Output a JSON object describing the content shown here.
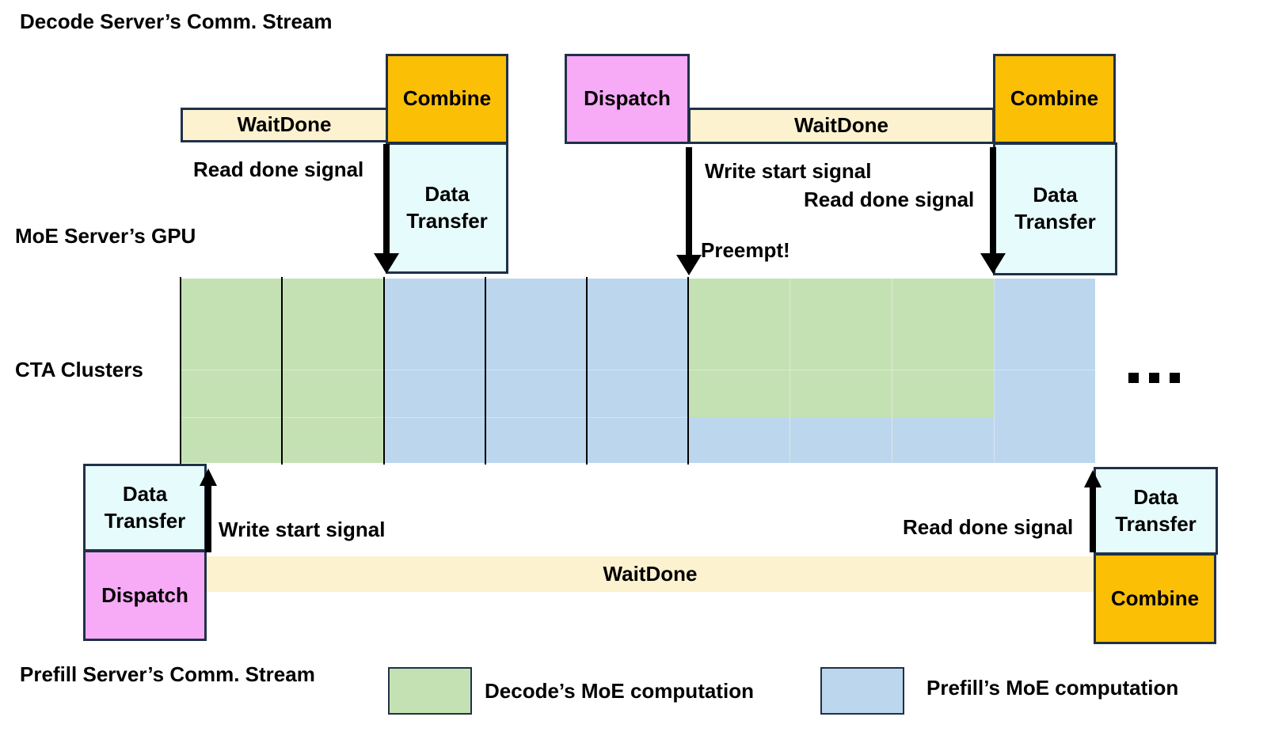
{
  "labels": {
    "decode_stream": "Decode Server’s Comm. Stream",
    "moe_gpu": "MoE Server’s GPU",
    "cta_clusters": "CTA Clusters",
    "prefill_stream": "Prefill Server’s Comm. Stream",
    "ellipsis": "..."
  },
  "decode": {
    "waitdone_1": "WaitDone",
    "combine_1": "Combine",
    "data_transfer_1": "Data\nTransfer",
    "read_done_1": "Read done signal",
    "dispatch": "Dispatch",
    "waitdone_2": "WaitDone",
    "combine_2": "Combine",
    "data_transfer_2": "Data\nTransfer",
    "write_start": "Write start signal",
    "read_done_2": "Read done signal",
    "preempt": "Preempt!"
  },
  "prefill": {
    "data_transfer_1": "Data\nTransfer",
    "dispatch": "Dispatch",
    "write_start": "Write start signal",
    "waitdone": "WaitDone",
    "read_done": "Read done signal",
    "data_transfer_2": "Data\nTransfer",
    "combine": "Combine"
  },
  "legend": {
    "decode": "Decode’s MoE computation",
    "prefill": "Prefill’s MoE computation"
  },
  "colors": {
    "waitdone": "#fdf2cf",
    "combine": "#fbbf05",
    "dispatch": "#f7aaf5",
    "data_transfer": "#e6fbfb",
    "decode_moe": "#c4e1b3",
    "prefill_moe": "#bcd6ee",
    "box_border": "#1f3147"
  }
}
